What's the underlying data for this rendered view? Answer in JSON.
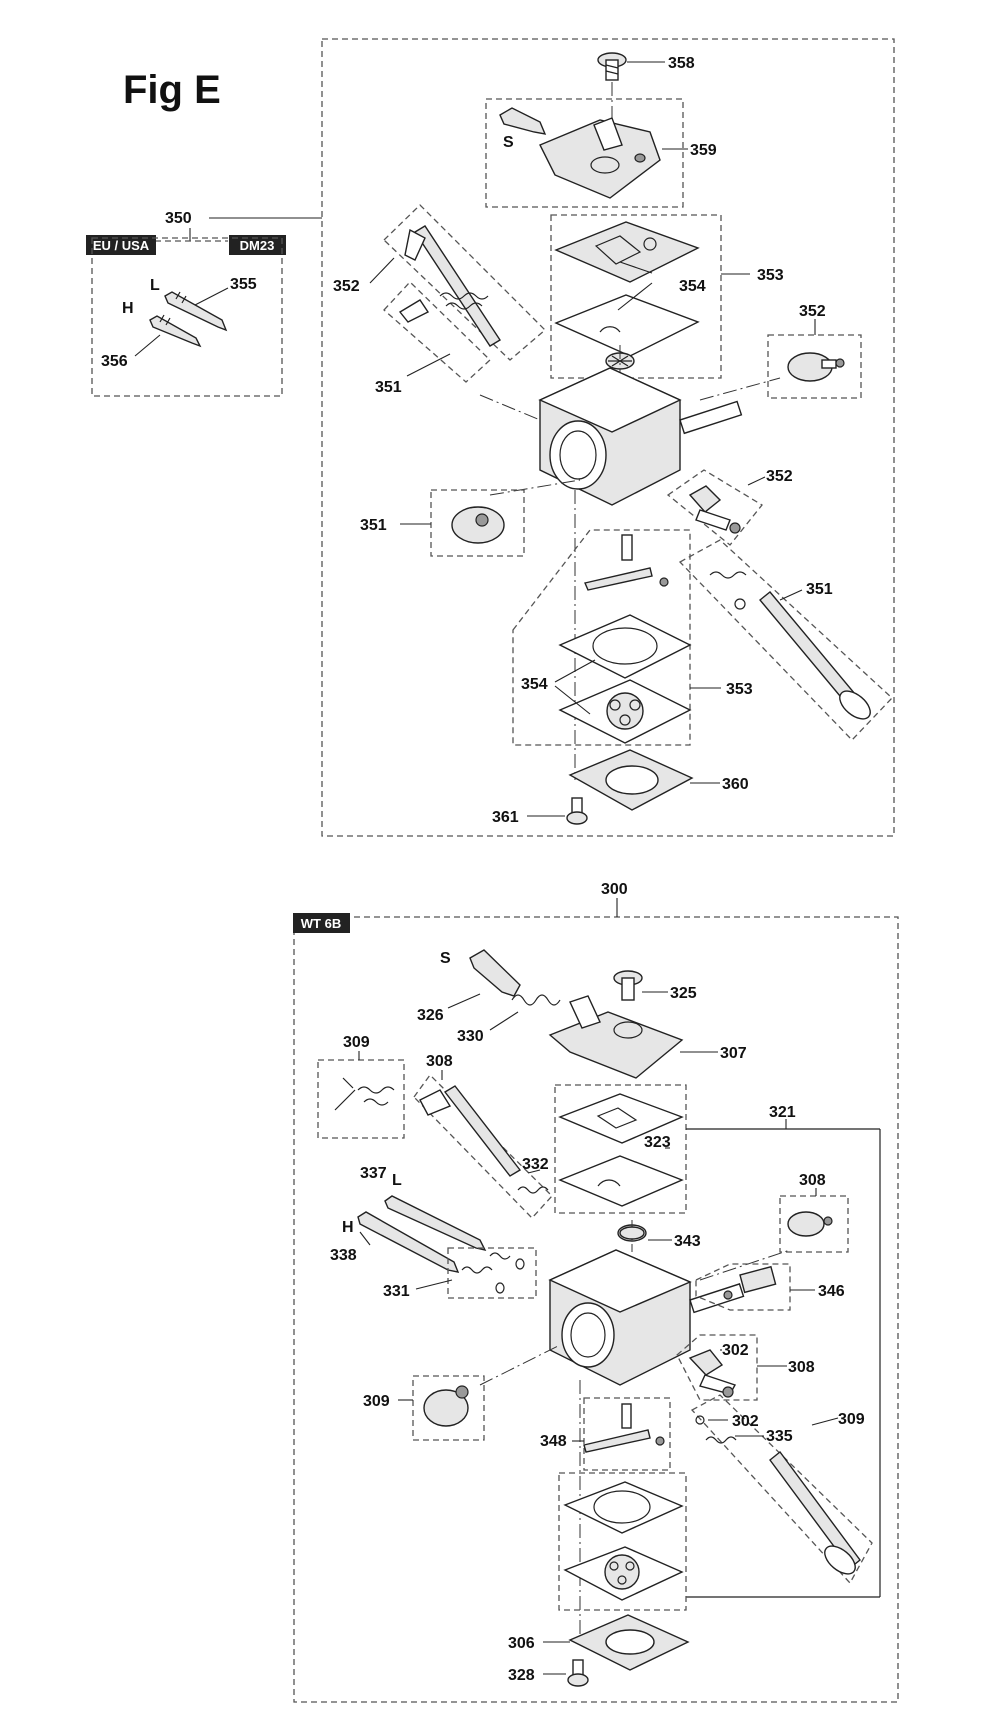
{
  "figure": {
    "title": "Fig E"
  },
  "tags": {
    "eu_usa": "EU / USA",
    "dm23": "DM23",
    "wt6b": "WT 6B"
  },
  "letters": {
    "s": "S",
    "l": "L",
    "h": "H"
  },
  "top_labels": {
    "p350": "350",
    "p358": "358",
    "p359": "359",
    "p355": "355",
    "p356": "356",
    "p352a": "352",
    "p353a": "353",
    "p354a": "354",
    "p352b": "352",
    "p351a": "351",
    "p352c": "352",
    "p351b": "351",
    "p351c": "351",
    "p354b": "354",
    "p353b": "353",
    "p360": "360",
    "p361": "361"
  },
  "bottom_labels": {
    "p300": "300",
    "p325": "325",
    "p326": "326",
    "p330": "330",
    "p307": "307",
    "p309a": "309",
    "p308a": "308",
    "p321": "321",
    "p323": "323",
    "p337": "337",
    "p332": "332",
    "p308b": "308",
    "p338": "338",
    "p343": "343",
    "p346": "346",
    "p331": "331",
    "p302a": "302",
    "p308c": "308",
    "p309b": "309",
    "p302b": "302",
    "p335": "335",
    "p309c": "309",
    "p348": "348",
    "p306": "306",
    "p328": "328"
  }
}
